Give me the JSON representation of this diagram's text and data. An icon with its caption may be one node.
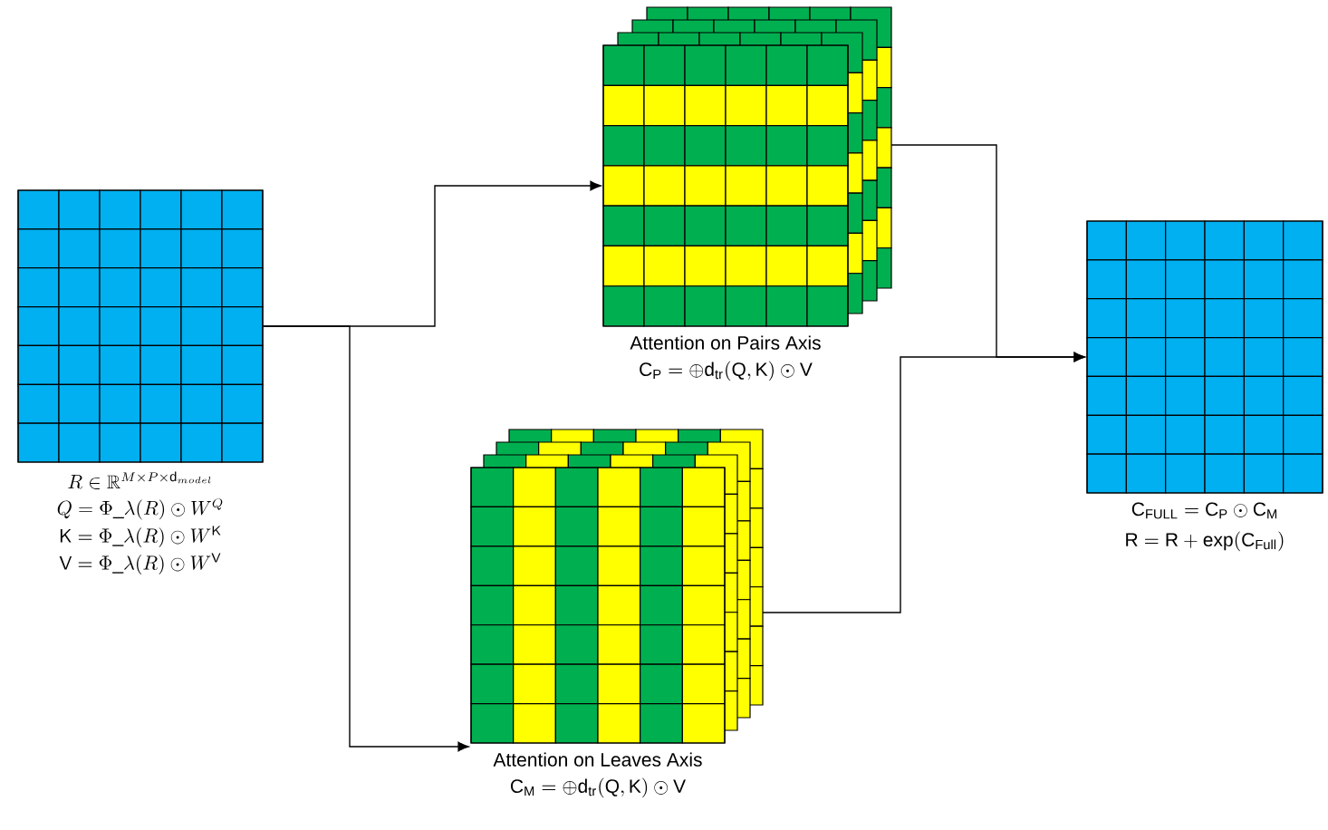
{
  "diagram": {
    "nodes": [
      {
        "text": [],
        "shape": "box",
        "beside": [
          "R \\in \\mathbb{R}^{M\\times P\\times \\mathrm{d}_{model}}",
          "Q = \\Phi\\_\\lambda(R) \\odot W^{Q}",
          "\\mathsf{K} = \\Phi\\_\\lambda(R) \\odot W^{\\mathsf{K}}",
          "\\mathsf{V} = \\Phi\\_\\lambda(R) \\odot W^{\\mathsf{V}}"
        ]
      },
      {
        "text": [
          "Attention on Pairs Axis"
        ],
        "beside": [
          "\\mathrm{C_{P}} = \\oplus\\mathrm{d_{tr}}(\\mathrm{Q},\\mathrm{K}) \\odot \\mathrm{V}"
        ]
      },
      {
        "text": [
          "Attention on Leaves Axis"
        ],
        "beside": [
          "\\mathrm{C_{M}} = \\oplus\\mathrm{d_{tr}}(\\mathrm{Q},\\mathrm{K}) \\odot \\mathrm{V}"
        ]
      },
      {
        "text": [],
        "shape": "box",
        "beside": [
          "\\mathrm{C_{FULL}} = \\mathrm{C_{P}} \\odot \\mathrm{C_{M}}",
          "\\mathrm{R} = \\mathrm{R} + \\exp(\\mathrm{C_{Full}})"
        ]
      }
    ],
    "edges": [
      {
        "from": 0,
        "to": 1,
        "arrow": "to"
      },
      {
        "from": 0,
        "to": 2,
        "arrow": "to"
      },
      {
        "from": 1,
        "to": 3,
        "arrow": "to"
      },
      {
        "from": 2,
        "to": 3,
        "arrow": "to"
      }
    ]
  }
}
